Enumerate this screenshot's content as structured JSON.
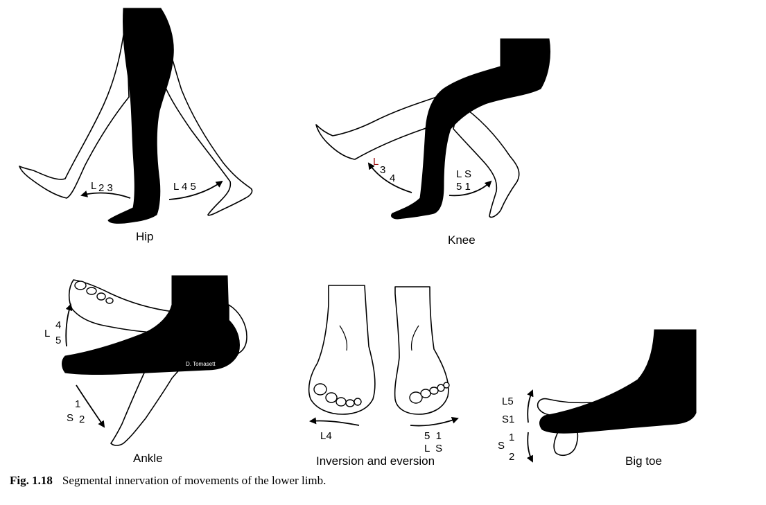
{
  "panels": {
    "hip": {
      "title": "Hip",
      "flexion": {
        "prefix": "L",
        "roots": "2 3"
      },
      "extension": {
        "prefix": "L",
        "roots": "4 5"
      }
    },
    "knee": {
      "title": "Knee",
      "extension": {
        "prefix": "L",
        "roots_a": "3",
        "roots_b": "4"
      },
      "flexion": {
        "top": "L S",
        "bottom": "5 1"
      }
    },
    "ankle": {
      "title": "Ankle",
      "dorsiflexion": {
        "prefix": "L",
        "upper": "4",
        "lower": "5"
      },
      "plantarflexion": {
        "prefix": "S",
        "upper": "1",
        "lower": "2"
      },
      "signature": "D. Tomasett"
    },
    "inversion": {
      "title": "Inversion and eversion",
      "inversion_label": "L4",
      "eversion": {
        "top": "5  1",
        "bottom": "L  S"
      }
    },
    "bigtoe": {
      "title": "Big toe",
      "extension_top": "L5",
      "extension_bottom": "S1",
      "flexion": {
        "prefix": "S",
        "upper": "1",
        "lower": "2"
      }
    }
  },
  "caption": {
    "number": "Fig. 1.18",
    "text": "Segmental innervation of movements of the lower limb."
  }
}
